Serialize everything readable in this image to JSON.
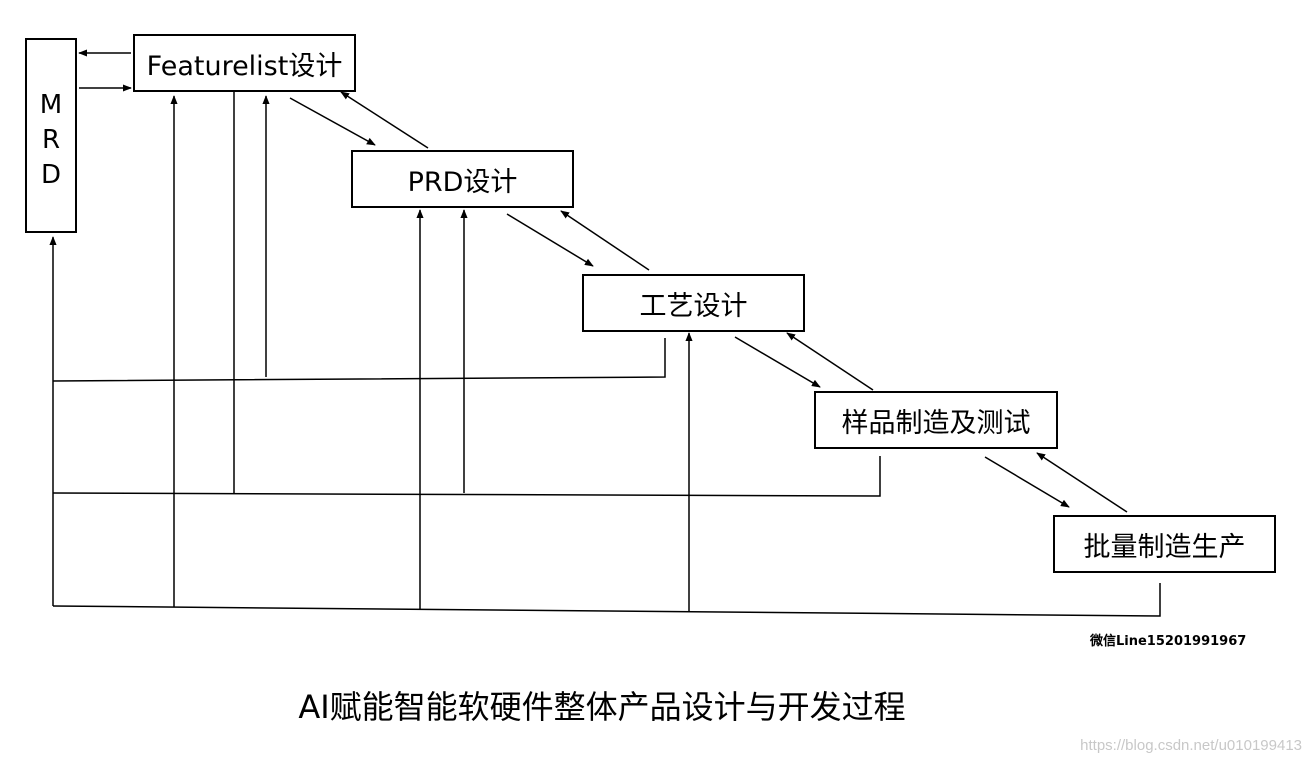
{
  "mrd": {
    "letters": [
      "M",
      "R",
      "D"
    ]
  },
  "nodes": {
    "featurelist": "Featurelist设计",
    "prd": "PRD设计",
    "craft": "工艺设计",
    "sample": "样品制造及测试",
    "mass": "批量制造生产"
  },
  "watermark_id": "微信Line15201991967",
  "caption": "AI赋能智能软硬件整体产品设计与开发过程",
  "url_watermark": "https://blog.csdn.net/u010199413"
}
